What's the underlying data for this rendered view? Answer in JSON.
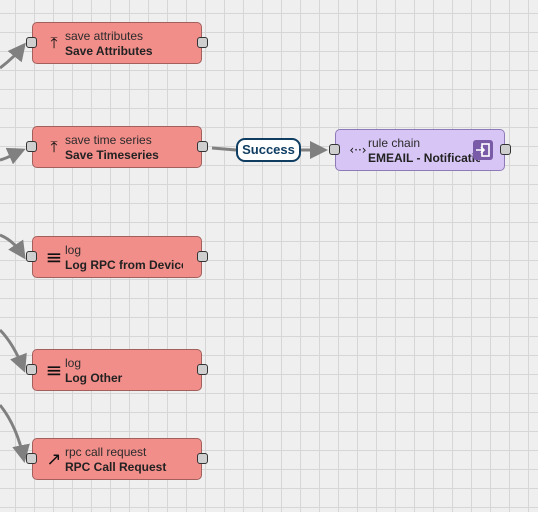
{
  "nodes": [
    {
      "type": "save attributes",
      "name": "Save Attributes",
      "icon": "upload-icon"
    },
    {
      "type": "save time series",
      "name": "Save Timeseries",
      "icon": "upload-icon"
    },
    {
      "type": "log",
      "name": "Log RPC from Device",
      "icon": "menu-lines-icon"
    },
    {
      "type": "log",
      "name": "Log Other",
      "icon": "menu-lines-icon"
    },
    {
      "type": "rpc call request",
      "name": "RPC Call Request",
      "icon": "arrow-up-right-icon"
    }
  ],
  "rule_chain_node": {
    "type": "rule chain",
    "name": "EMEAIL - Notification",
    "icon": "code-arrows-icon",
    "open_icon": "login-icon"
  },
  "link_label": "Success",
  "colors": {
    "node_fill": "#f28e8a",
    "rule_chain_fill": "#d7c5f5",
    "link_color": "#7a7a7a",
    "badge_border": "#0f3d62"
  },
  "glyphs": {
    "upload": "⤒",
    "menu": "≡",
    "arrow_up_right": "↗",
    "code": "‹··›"
  }
}
